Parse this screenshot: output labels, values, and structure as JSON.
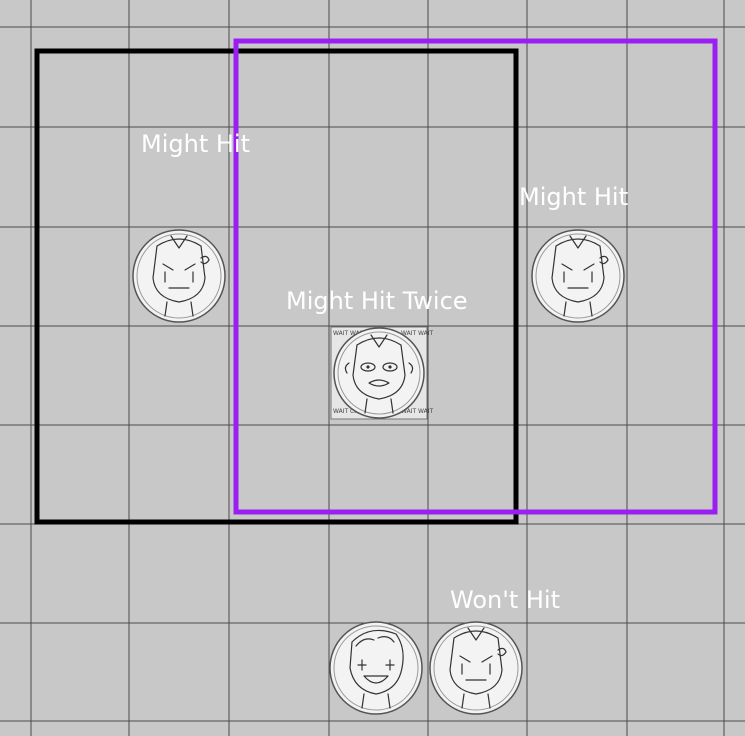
{
  "board": {
    "background_color": "#c8c8c8",
    "grid_line_color": "#4a4a4a"
  },
  "areas": {
    "black_color": "#000000",
    "purple_color": "#9b1ff2"
  },
  "labels": {
    "left_might_hit": "Might Hit",
    "right_might_hit": "Might Hit",
    "might_hit_twice": "Might Hit Twice",
    "wont_hit": "Won't Hit"
  },
  "tokens": [
    {
      "name": "token-left",
      "icon": "angry-face-token"
    },
    {
      "name": "token-right",
      "icon": "angry-face-token"
    },
    {
      "name": "token-center",
      "icon": "scared-face-token"
    },
    {
      "name": "token-bottom-left",
      "icon": "smiling-face-token"
    },
    {
      "name": "token-bottom-right",
      "icon": "angry-face-token"
    }
  ],
  "center_token_scribbles": [
    "WAIT WAIT",
    "WAIT WAIT",
    "WAIT CRAP",
    "WAIT WAIT"
  ]
}
